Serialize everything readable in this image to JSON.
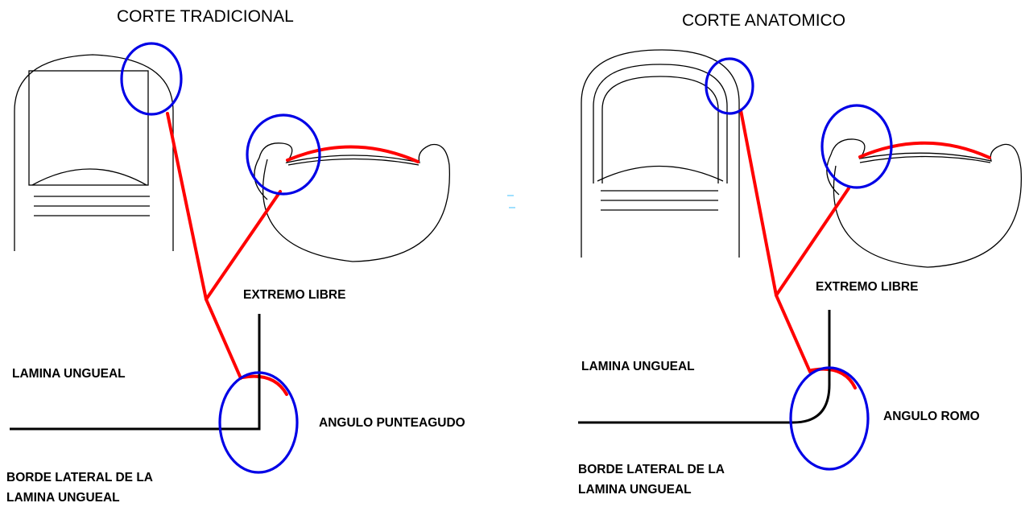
{
  "left": {
    "title": "CORTE TRADICIONAL",
    "labels": {
      "extremo_libre": "EXTREMO LIBRE",
      "lamina_ungueal": "LAMINA UNGUEAL",
      "angulo": "ANGULO PUNTEAGUDO",
      "borde_line1": "BORDE LATERAL DE LA",
      "borde_line2": "LAMINA UNGUEAL"
    }
  },
  "right": {
    "title": "CORTE ANATOMICO",
    "labels": {
      "extremo_libre": "EXTREMO LIBRE",
      "lamina_ungueal": "LAMINA UNGUEAL",
      "angulo": "ANGULO ROMO",
      "borde_line1": "BORDE LATERAL DE LA",
      "borde_line2": "LAMINA UNGUEAL"
    }
  },
  "colors": {
    "outline": "#000000",
    "pointer_line": "#ff0000",
    "highlight_circle": "#0000e6",
    "background": "#ffffff"
  }
}
